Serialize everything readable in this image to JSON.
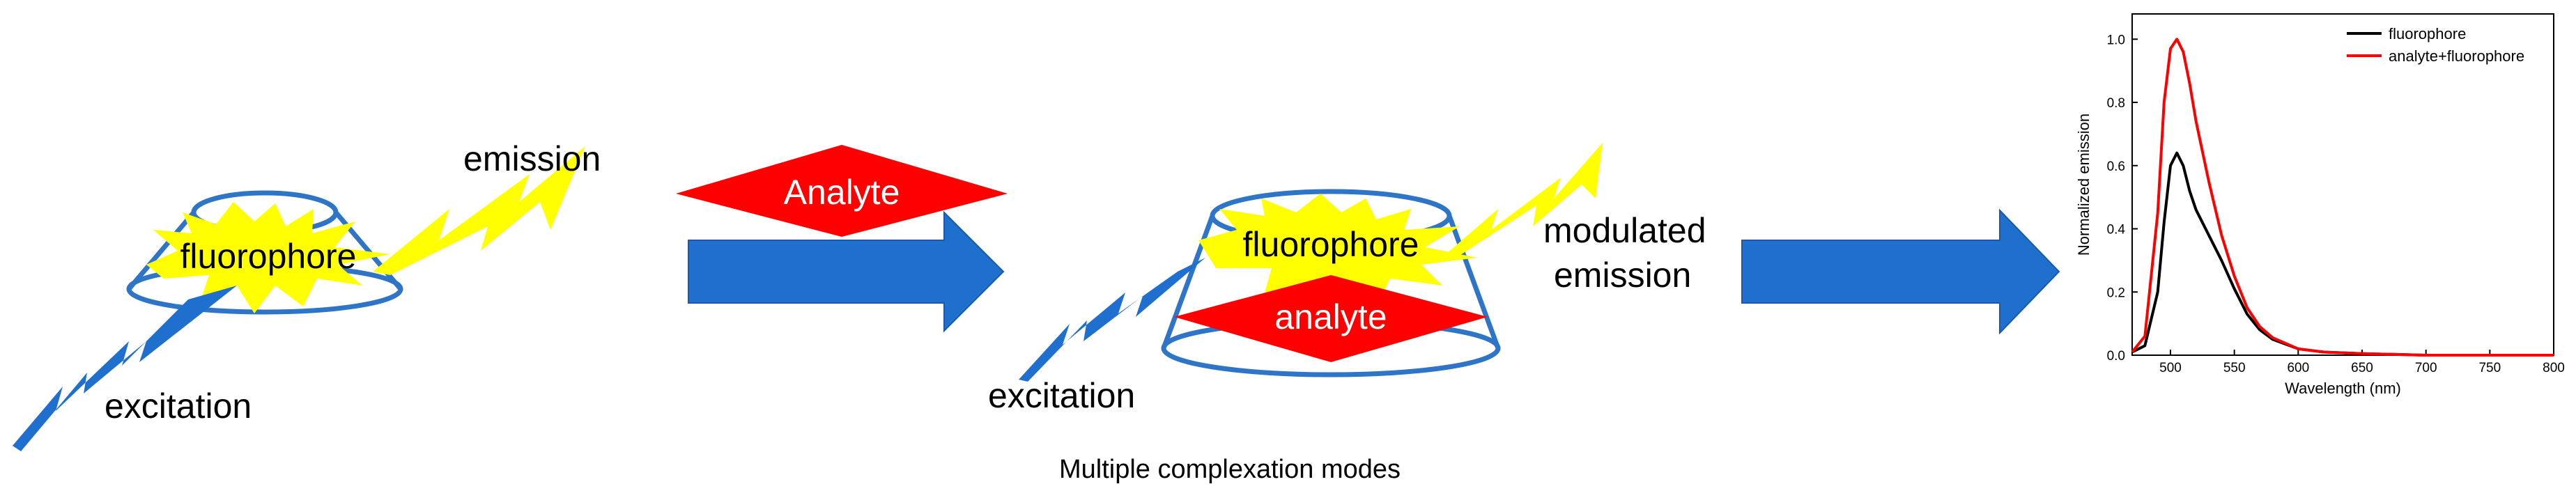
{
  "diagram": {
    "left_panel": {
      "fluorophore_label": "fluorophore",
      "emission_label": "emission",
      "excitation_label": "excitation"
    },
    "analyte_arrow_label": "Analyte",
    "middle_panel": {
      "fluorophore_label": "fluorophore",
      "analyte_label": "analyte",
      "modulated_emission_line1": "modulated",
      "modulated_emission_line2": "emission",
      "excitation_label": "excitation"
    },
    "caption": "Multiple complexation modes",
    "colors": {
      "cup_outline": "#2e75c7",
      "burst_yellow": "#ffff00",
      "analyte_red": "#ff0000",
      "arrow_blue": "#1f6fcf",
      "bolt_blue": "#1f6fcf"
    }
  },
  "chart_data": {
    "type": "line",
    "x": [
      470,
      480,
      490,
      495,
      500,
      505,
      510,
      515,
      520,
      530,
      540,
      550,
      560,
      570,
      580,
      600,
      620,
      650,
      700,
      750,
      800
    ],
    "series": [
      {
        "name": "fluorophore",
        "color": "#000000",
        "values": [
          0.01,
          0.03,
          0.2,
          0.42,
          0.6,
          0.64,
          0.6,
          0.52,
          0.46,
          0.38,
          0.3,
          0.21,
          0.13,
          0.08,
          0.05,
          0.02,
          0.01,
          0.005,
          0.0,
          0.0,
          0.0
        ]
      },
      {
        "name": "analyte+fluorophore",
        "color": "#ff0000",
        "values": [
          0.01,
          0.06,
          0.45,
          0.8,
          0.97,
          1.0,
          0.96,
          0.86,
          0.74,
          0.55,
          0.38,
          0.25,
          0.15,
          0.09,
          0.055,
          0.02,
          0.01,
          0.005,
          0.0,
          0.0,
          0.0
        ]
      }
    ],
    "xlabel": "Wavelength (nm)",
    "ylabel": "Normalized emission",
    "xlim": [
      470,
      800
    ],
    "ylim": [
      0.0,
      1.08
    ],
    "xticks": [
      "500",
      "550",
      "600",
      "650",
      "700",
      "750",
      "800"
    ],
    "yticks": [
      "0.0",
      "0.2",
      "0.4",
      "0.6",
      "0.8",
      "1.0"
    ],
    "legend": "top-right",
    "grid": false
  }
}
